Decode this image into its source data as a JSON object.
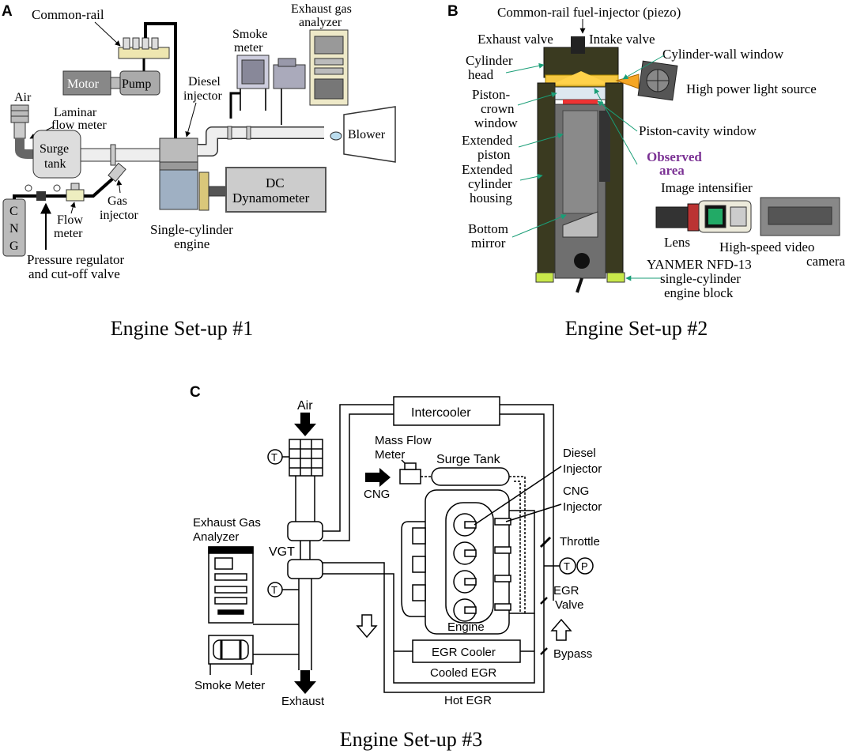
{
  "panels": {
    "a": {
      "letter": "A",
      "caption": "Engine Set-up #1",
      "labels": {
        "common_rail": "Common-rail",
        "motor": "Motor",
        "pump": "Pump",
        "air": "Air",
        "laminar1": "Laminar",
        "laminar2": "flow meter",
        "surge1": "Surge",
        "surge2": "tank",
        "diesel1": "Diesel",
        "diesel2": "injector",
        "smoke1": "Smoke",
        "smoke2": "meter",
        "exhaust1": "Exhaust gas",
        "exhaust2": "analyzer",
        "blower": "Blower",
        "dc1": "DC",
        "dc2": "Dynamometer",
        "cng_c": "C",
        "cng_n": "N",
        "cng_g": "G",
        "flow1": "Flow",
        "flow2": "meter",
        "gas1": "Gas",
        "gas2": "injector",
        "single1": "Single-cylinder",
        "single2": "engine",
        "pressure1": "Pressure regulator",
        "pressure2": "and cut-off valve"
      }
    },
    "b": {
      "letter": "B",
      "caption": "Engine Set-up #2",
      "labels": {
        "injector": "Common-rail fuel-injector (piezo)",
        "exhaust_valve": "Exhaust valve",
        "intake_valve": "Intake valve",
        "cyl_head1": "Cylinder",
        "cyl_head2": "head",
        "cyl_wall": "Cylinder-wall window",
        "light": "High power light source",
        "pc1": "Piston-",
        "pc2": "crown",
        "pc3": "window",
        "cavity": "Piston-cavity window",
        "ext_piston1": "Extended",
        "ext_piston2": "piston",
        "observed1": "Observed",
        "observed2": "area",
        "ext_cyl1": "Extended",
        "ext_cyl2": "cylinder",
        "ext_cyl3": "housing",
        "intensifier": "Image intensifier",
        "mirror1": "Bottom",
        "mirror2": "mirror",
        "lens": "Lens",
        "camera1": "High-speed video",
        "camera2": "camera",
        "yanmar1": "YANMER NFD-13",
        "yanmar2": "single-cylinder",
        "yanmar3": "engine block"
      },
      "observed_color": "#7b3294"
    },
    "c": {
      "letter": "C",
      "caption": "Engine Set-up #3",
      "labels": {
        "air": "Air",
        "intercooler": "Intercooler",
        "mass1": "Mass Flow",
        "mass2": "Meter",
        "surge": "Surge Tank",
        "cng": "CNG",
        "diesel1": "Diesel",
        "diesel2": "Injector",
        "cngi1": "CNG",
        "cngi2": "Injector",
        "ega1": "Exhaust Gas",
        "ega2": "Analyzer",
        "vgt": "VGT",
        "throttle": "Throttle",
        "t": "T",
        "p": "P",
        "egr1": "EGR",
        "egr2": "Valve",
        "engine": "Engine",
        "egr_cooler": "EGR Cooler",
        "cooled": "Cooled EGR",
        "bypass": "Bypass",
        "smoke": "Smoke Meter",
        "exhaust": "Exhaust",
        "hot": "Hot EGR"
      }
    }
  }
}
